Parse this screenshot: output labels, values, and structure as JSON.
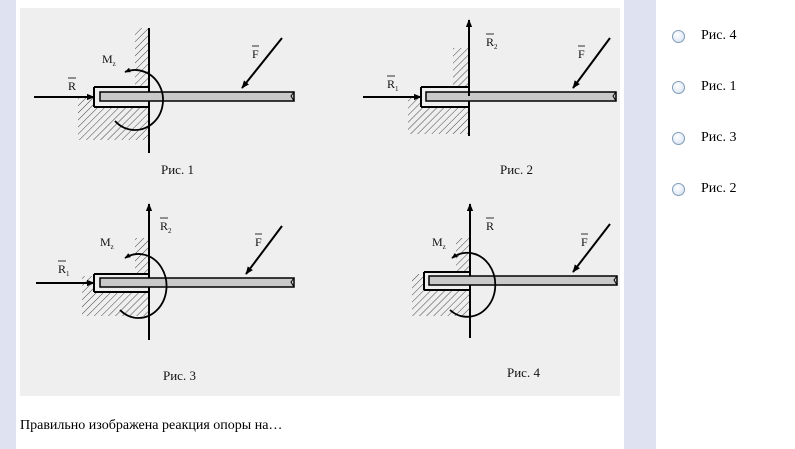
{
  "figures": [
    {
      "caption": "Рис. 1",
      "labels": {
        "moment": "M",
        "moment_sub": "z",
        "reaction": "R",
        "force": "F"
      }
    },
    {
      "caption": "Рис. 2",
      "labels": {
        "reaction_x": "R",
        "reaction_x_sub": "1",
        "reaction_y": "R",
        "reaction_y_sub": "2",
        "force": "F"
      }
    },
    {
      "caption": "Рис. 3",
      "labels": {
        "moment": "M",
        "moment_sub": "z",
        "reaction_x": "R",
        "reaction_x_sub": "1",
        "reaction_y": "R",
        "reaction_y_sub": "2",
        "force": "F"
      }
    },
    {
      "caption": "Рис. 4",
      "labels": {
        "moment": "M",
        "moment_sub": "z",
        "reaction": "R",
        "force": "F"
      }
    }
  ],
  "question": "Правильно изображена реакция опоры на…",
  "answers": [
    {
      "label": "Рис. 4"
    },
    {
      "label": "Рис. 1"
    },
    {
      "label": "Рис. 3"
    },
    {
      "label": "Рис. 2"
    }
  ]
}
